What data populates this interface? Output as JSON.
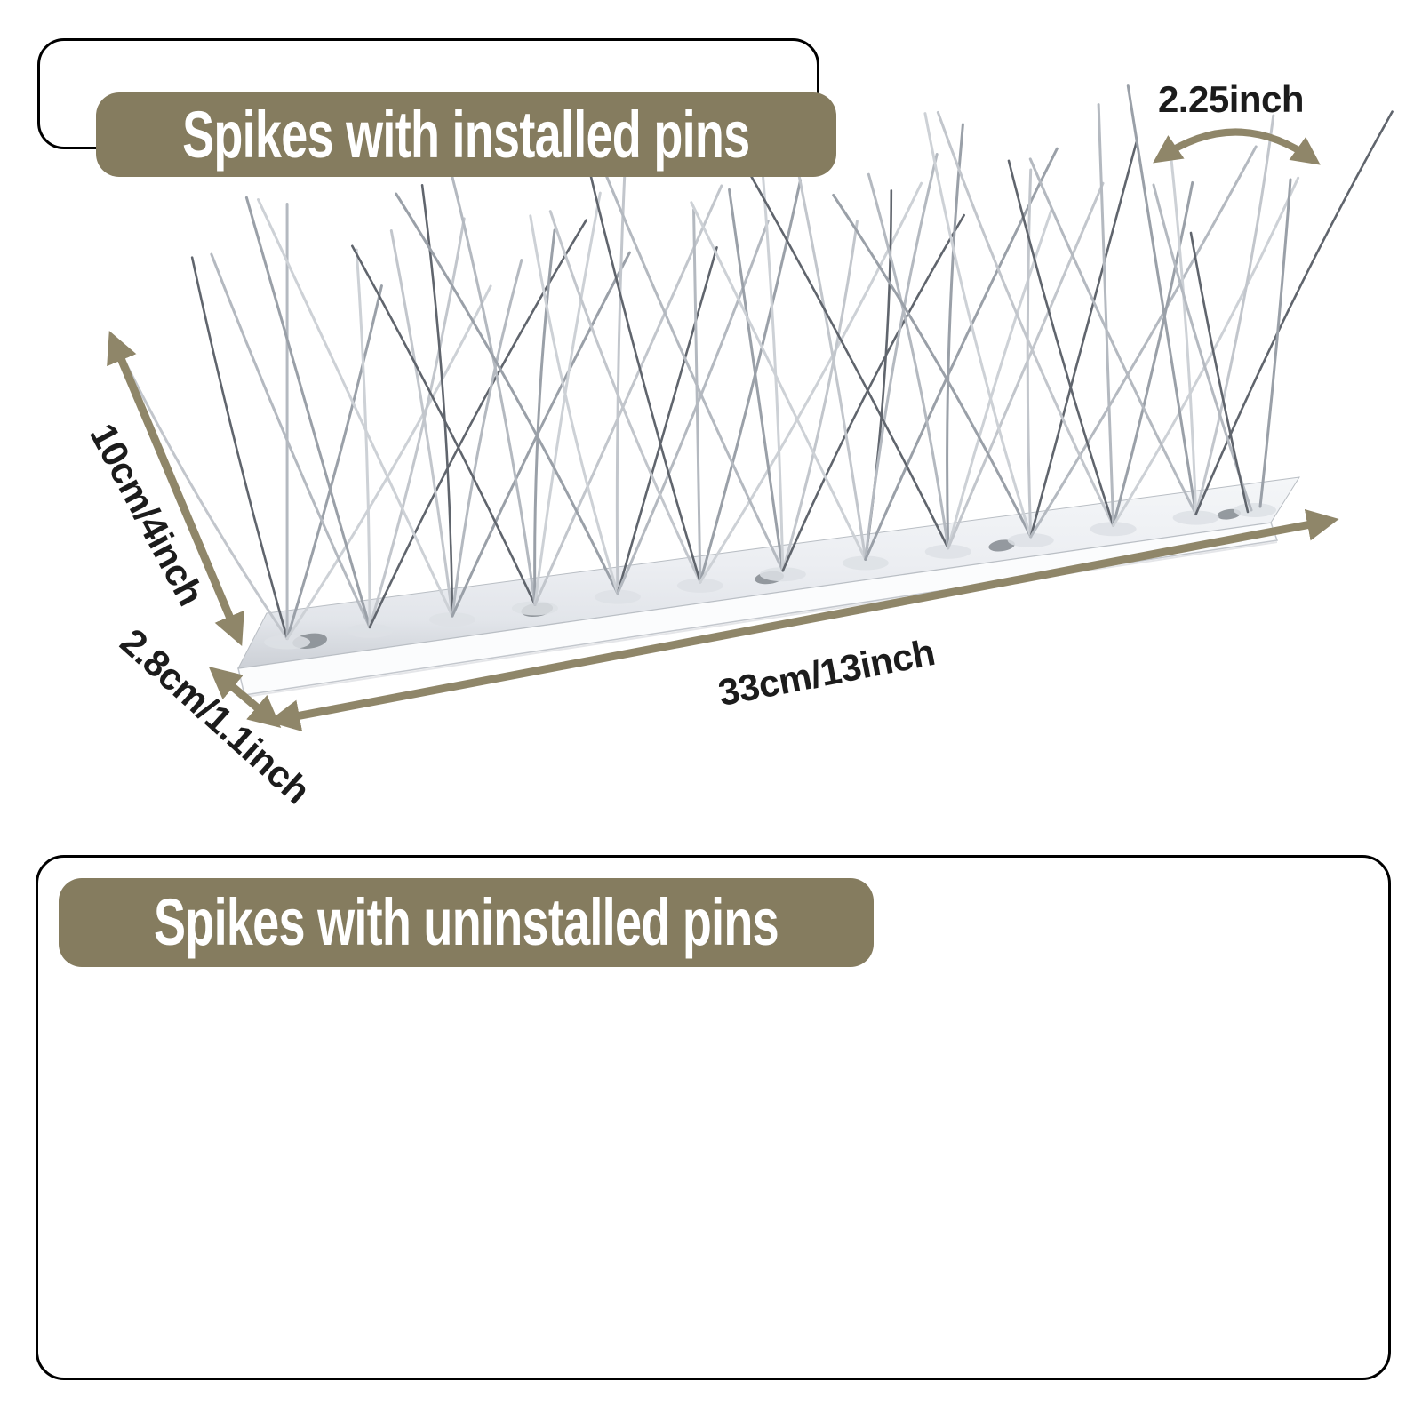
{
  "sections": {
    "installed": {
      "title": "Spikes with installed pins"
    },
    "uninstalled": {
      "title": "Spikes with uninstalled pins"
    }
  },
  "dimensions": {
    "tip_gap": "2.25inch",
    "height": "10cm/4inch",
    "base_width": "2.8cm/1.1inch",
    "length": "33cm/13inch"
  },
  "colors": {
    "badge": "#857c5f",
    "arrow": "#8f8669",
    "ink": "#1c1c1c",
    "border": "#000000"
  }
}
